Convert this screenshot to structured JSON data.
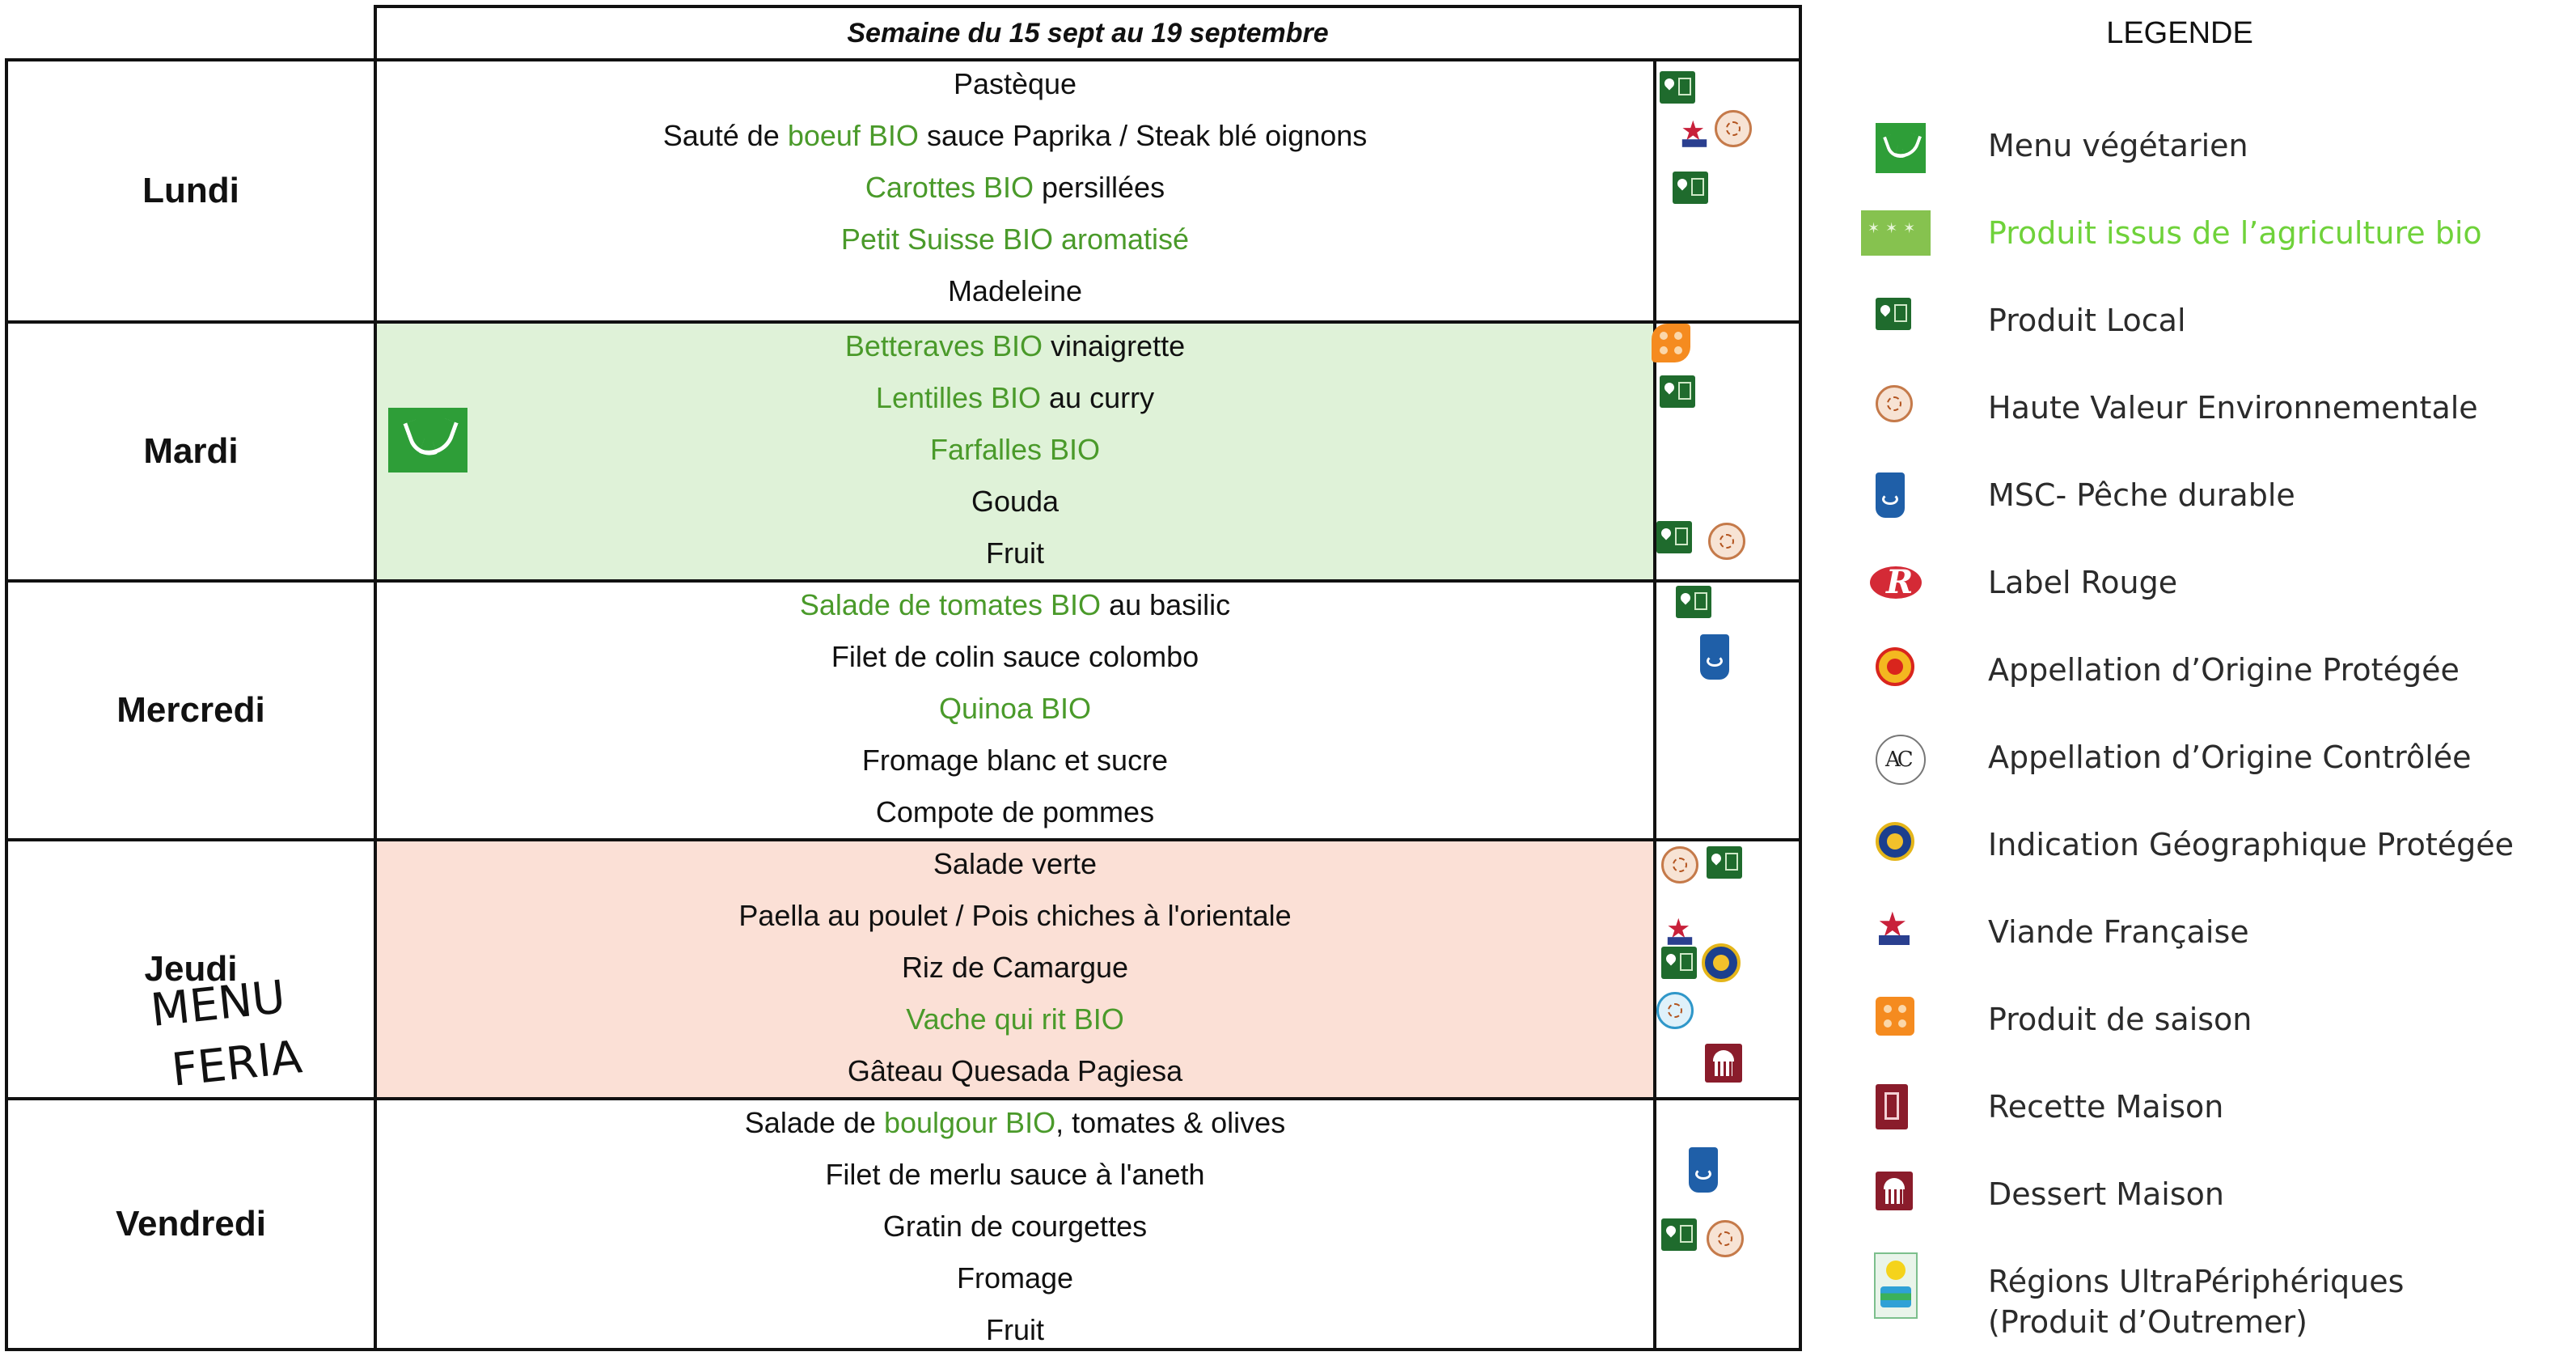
{
  "week": {
    "title": "Semaine du 15 sept au 19 septembre"
  },
  "days": [
    {
      "name": "Lundi",
      "bg": "#ffffff",
      "dishes": [
        [
          {
            "t": "Pastèque",
            "bio": false
          }
        ],
        [
          {
            "t": "Sauté de ",
            "bio": false
          },
          {
            "t": "boeuf BIO",
            "bio": true
          },
          {
            "t": " sauce Paprika / Steak blé oignons",
            "bio": false
          }
        ],
        [
          {
            "t": "Carottes BIO",
            "bio": true
          },
          {
            "t": " persillées",
            "bio": false
          }
        ],
        [
          {
            "t": "Petit Suisse BIO aromatisé",
            "bio": true
          }
        ],
        [
          {
            "t": "Madeleine",
            "bio": false
          }
        ]
      ]
    },
    {
      "name": "Mardi",
      "bg": "#dff2d8",
      "dishes": [
        [
          {
            "t": "Betteraves BIO",
            "bio": true
          },
          {
            "t": " vinaigrette",
            "bio": false
          }
        ],
        [
          {
            "t": "Lentilles BIO",
            "bio": true
          },
          {
            "t": " au curry",
            "bio": false
          }
        ],
        [
          {
            "t": "Farfalles BIO",
            "bio": true
          }
        ],
        [
          {
            "t": "Gouda",
            "bio": false
          }
        ],
        [
          {
            "t": "Fruit",
            "bio": false
          }
        ]
      ]
    },
    {
      "name": "Mercredi",
      "bg": "#ffffff",
      "dishes": [
        [
          {
            "t": "Salade de tomates BIO",
            "bio": true
          },
          {
            "t": " au basilic",
            "bio": false
          }
        ],
        [
          {
            "t": "Filet de colin sauce colombo",
            "bio": false
          }
        ],
        [
          {
            "t": "Quinoa BIO",
            "bio": true
          }
        ],
        [
          {
            "t": "Fromage blanc et sucre",
            "bio": false
          }
        ],
        [
          {
            "t": "Compote de pommes",
            "bio": false
          }
        ]
      ]
    },
    {
      "name": "Jeudi",
      "bg": "#fbe0d6",
      "dishes": [
        [
          {
            "t": "Salade verte",
            "bio": false
          }
        ],
        [
          {
            "t": "Paella au poulet / Pois chiches à l'orientale",
            "bio": false
          }
        ],
        [
          {
            "t": "Riz de Camargue",
            "bio": false
          }
        ],
        [
          {
            "t": "Vache qui rit BIO",
            "bio": true
          }
        ],
        [
          {
            "t": "Gâteau Quesada Pagiesa",
            "bio": false
          }
        ]
      ]
    },
    {
      "name": "Vendredi",
      "bg": "#ffffff",
      "dishes": [
        [
          {
            "t": "Salade de ",
            "bio": false
          },
          {
            "t": "boulgour BIO",
            "bio": true
          },
          {
            "t": ", tomates & olives",
            "bio": false
          }
        ],
        [
          {
            "t": "Filet de merlu sauce à l'aneth",
            "bio": false
          }
        ],
        [
          {
            "t": "Gratin de courgettes",
            "bio": false
          }
        ],
        [
          {
            "t": "Fromage",
            "bio": false
          }
        ],
        [
          {
            "t": "Fruit",
            "bio": false
          }
        ]
      ]
    }
  ],
  "feria": {
    "line1": "MENU",
    "line2": "FERIA"
  },
  "legend": {
    "title": "LEGENDE",
    "items": [
      {
        "icon": "vegetarian-icon",
        "label": "Menu végétarien",
        "highlight": false
      },
      {
        "icon": "organic-icon",
        "label": "Produit issus de l’agriculture bio",
        "highlight": true
      },
      {
        "icon": "local-product-icon",
        "label": "Produit Local",
        "highlight": false
      },
      {
        "icon": "hve-icon",
        "label": "Haute Valeur Environnementale",
        "highlight": false
      },
      {
        "icon": "msc-icon",
        "label": "MSC- Pêche durable",
        "highlight": false
      },
      {
        "icon": "label-rouge-icon",
        "label": "Label Rouge",
        "highlight": false
      },
      {
        "icon": "aop-icon",
        "label": "Appellation d’Origine Protégée",
        "highlight": false
      },
      {
        "icon": "aoc-icon",
        "label": "Appellation d’Origine Contrôlée",
        "highlight": false
      },
      {
        "icon": "igp-icon",
        "label": "Indication Géographique Protégée",
        "highlight": false
      },
      {
        "icon": "french-meat-icon",
        "label": "Viande Française",
        "highlight": false
      },
      {
        "icon": "seasonal-icon",
        "label": "Produit de saison",
        "highlight": false
      },
      {
        "icon": "homemade-recipe-icon",
        "label": "Recette Maison",
        "highlight": false
      },
      {
        "icon": "homemade-dessert-icon",
        "label": "Dessert Maison",
        "highlight": false
      },
      {
        "icon": "outermost-regions-icon",
        "label": "Régions UltraPériphériques",
        "label2": "(Produit d’Outremer)",
        "highlight": false
      }
    ]
  },
  "colors": {
    "bio_text": "#4a9a2a",
    "legend_bio": "#6fd23a",
    "mardi_bg": "#dff2d8",
    "jeudi_bg": "#fbe0d6"
  }
}
